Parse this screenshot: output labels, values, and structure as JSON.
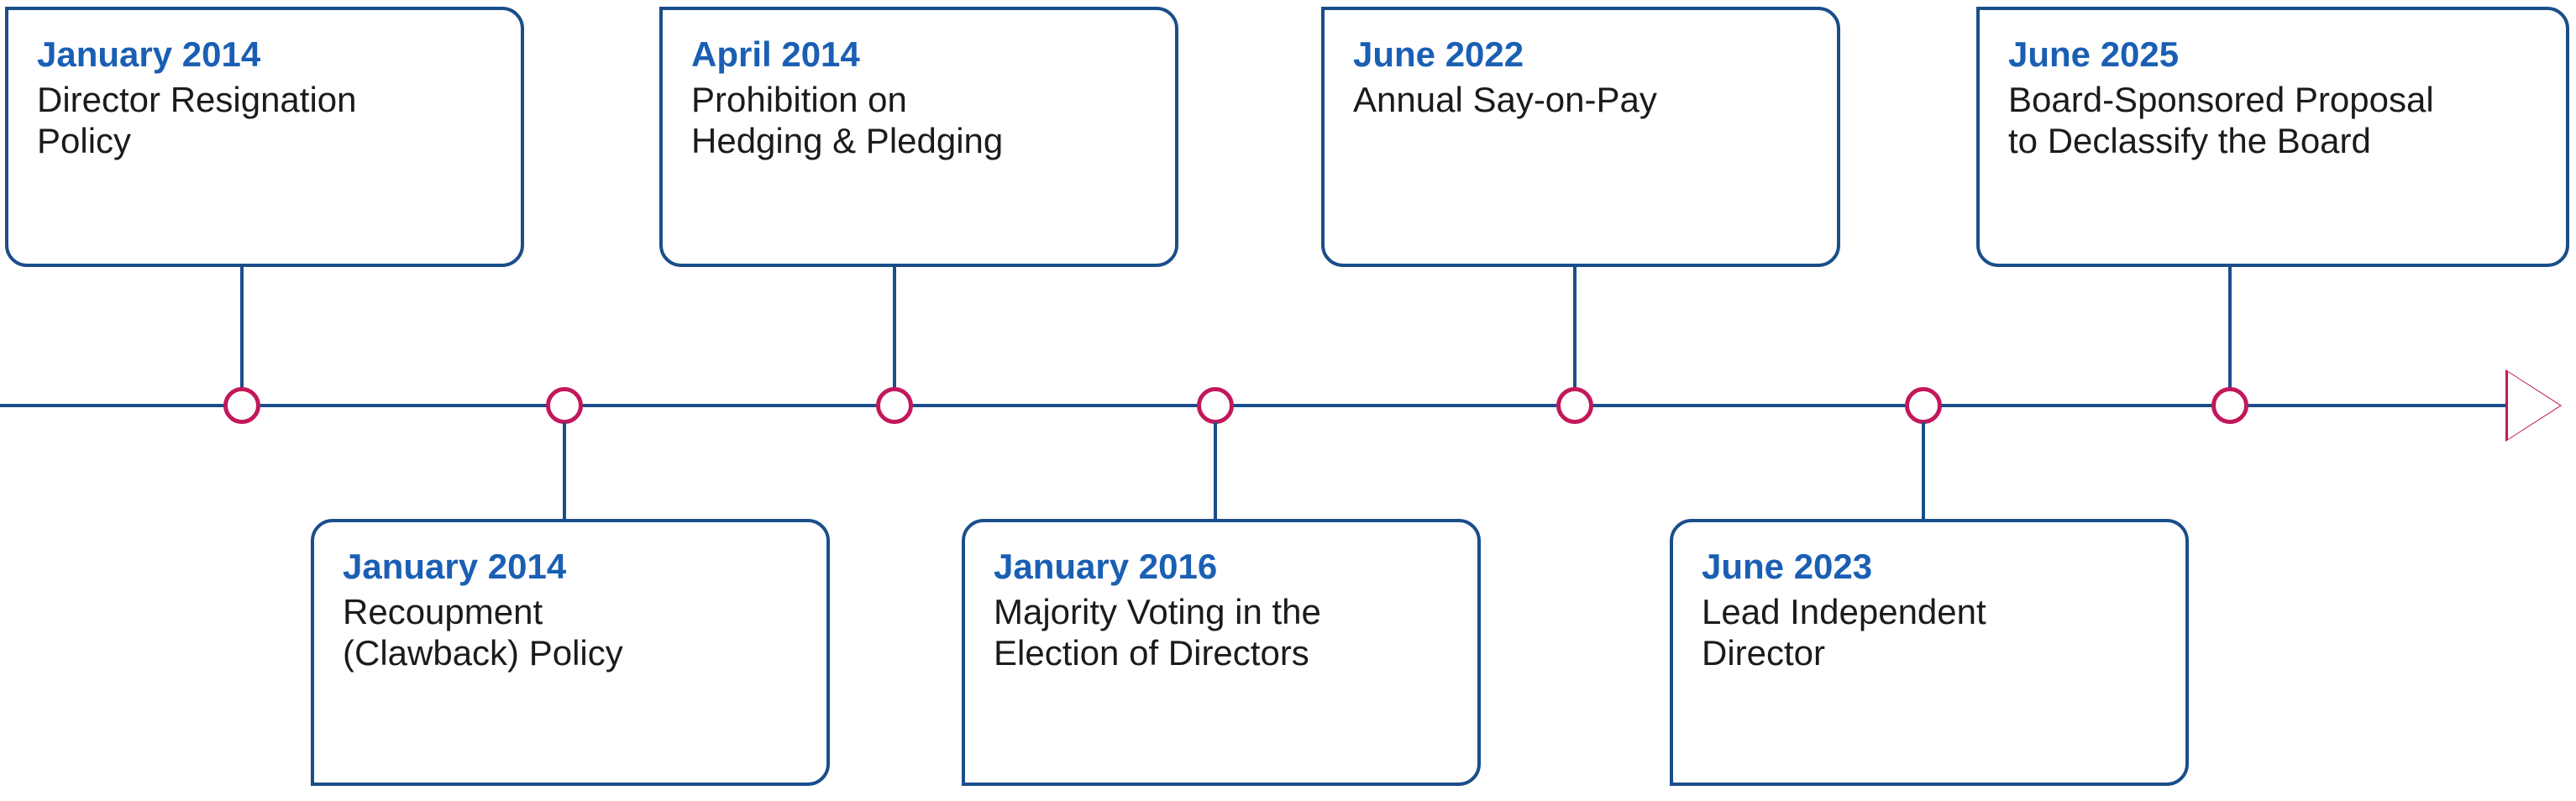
{
  "diagram": {
    "type": "timeline",
    "title": "",
    "colors": {
      "line": "#1a4e8a",
      "node_stroke": "#c2185b",
      "arrow": "#c2185b",
      "date_text": "#1a5fb4",
      "body_text": "#1b1b1b",
      "background": "#ffffff"
    },
    "arrow_icon": "arrow-right-icon",
    "events": [
      {
        "date": "January 2014",
        "text": "Director Resignation\nPolicy",
        "position": "above"
      },
      {
        "date": "January 2014",
        "text": "Recoupment\n(Clawback) Policy",
        "position": "below"
      },
      {
        "date": "April 2014",
        "text": "Prohibition on\nHedging & Pledging",
        "position": "above"
      },
      {
        "date": "January 2016",
        "text": "Majority Voting in the\nElection of Directors",
        "position": "below"
      },
      {
        "date": "June 2022",
        "text": "Annual Say-on-Pay",
        "position": "above"
      },
      {
        "date": "June 2023",
        "text": "Lead Independent\nDirector",
        "position": "below"
      },
      {
        "date": "June 2025",
        "text": "Board-Sponsored Proposal\nto Declassify the Board",
        "position": "above"
      }
    ]
  }
}
